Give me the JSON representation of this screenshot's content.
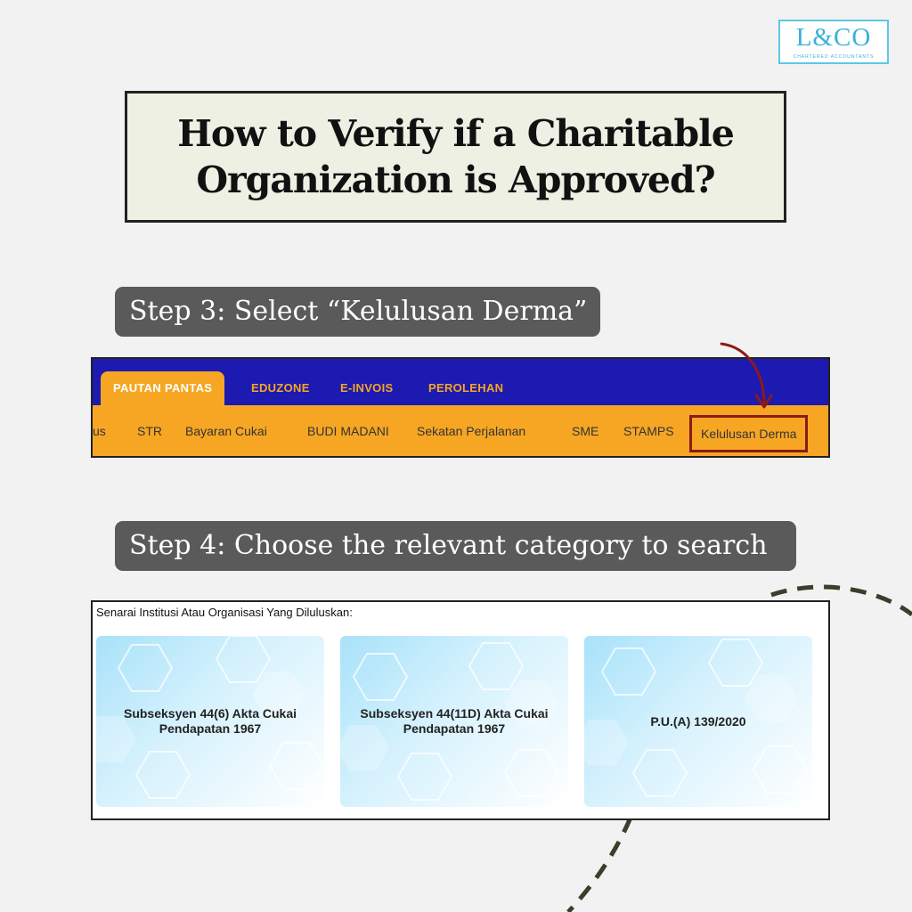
{
  "logo": {
    "text": "L&CO",
    "subtitle": "CHARTERED ACCOUNTANTS"
  },
  "title": {
    "line1": "How to Verify if a Charitable",
    "line2": "Organization is Approved?"
  },
  "step3": {
    "label": "Step 3: Select “Kelulusan Derma”"
  },
  "step4": {
    "label": "Step 4: Choose the relevant category to search"
  },
  "nav": {
    "tabs": [
      "PAUTAN PANTAS",
      "EDUZONE",
      "E-INVOIS",
      "PEROLEHAN"
    ],
    "items": [
      "us",
      "STR",
      "Bayaran Cukai",
      "BUDI MADANI",
      "Sekatan Perjalanan",
      "SME",
      "STAMPS",
      "Kelulusan Derma"
    ]
  },
  "categories": {
    "heading": "Senarai Institusi Atau Organisasi Yang Diluluskan:",
    "cards": [
      "Subseksyen 44(6) Akta Cukai Pendapatan 1967",
      "Subseksyen 44(11D) Akta Cukai Pendapatan 1967",
      "P.U.(A) 139/2020"
    ]
  },
  "colors": {
    "nav_blue": "#1c1ab0",
    "nav_orange": "#f6a623",
    "highlight": "#8b1a1a",
    "step_bg": "#5a5a5a",
    "logo": "#3ab0d8"
  }
}
